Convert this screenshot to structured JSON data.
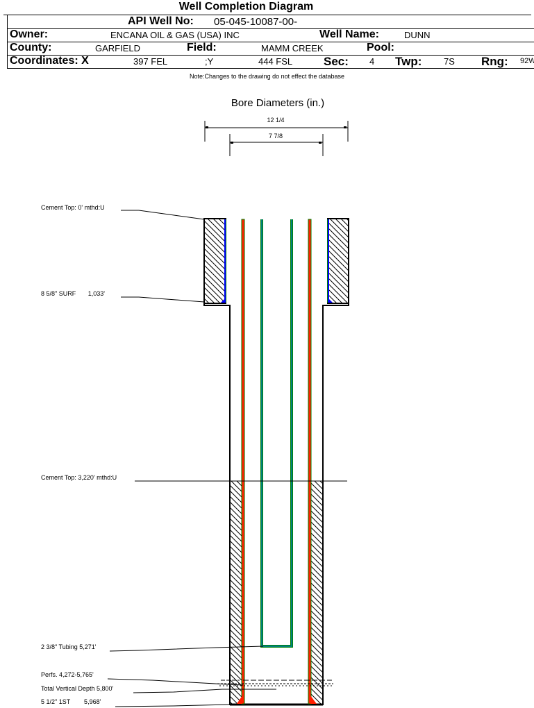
{
  "header": {
    "title": "Well Completion Diagram",
    "api_label": "API Well No:",
    "api_value": "05-045-10087-00-",
    "owner_label": "Owner:",
    "owner_value": "ENCANA OIL & GAS (USA) INC",
    "well_name_label": "Well Name:",
    "well_name_value": "DUNN",
    "county_label": "County:",
    "county_value": "GARFIELD",
    "field_label": "Field:",
    "field_value": "MAMM CREEK",
    "pool_label": "Pool:",
    "pool_value": "",
    "coords_label": "Coordinates: X",
    "x_value": "397 FEL",
    "y_label": ";Y",
    "y_value": "444 FSL",
    "sec_label": "Sec:",
    "sec_value": "4",
    "twp_label": "Twp:",
    "twp_value": "7S",
    "rng_label": "Rng:",
    "rng_value": "92W",
    "note": "Note:Changes to the drawing do not effect the database"
  },
  "diagram": {
    "bore_title": "Bore Diameters (in.)",
    "bore_diameters": [
      "12 1/4",
      "7 7/8"
    ],
    "labels": {
      "cement_top_1": "Cement Top: 0' mthd:U",
      "surface_casing": "8 5/8\" SURF       1,033'",
      "cement_top_2": "Cement Top: 3,220' mthd:U",
      "tubing": "2 3/8\" Tubing 5,271'",
      "perfs": "Perfs. 4,272-5,765'",
      "tvd": "Total Vertical Depth 5,800'",
      "production_casing": "5 1/2\" 1ST        5,968'"
    },
    "colors": {
      "surface_casing": "#0000ff",
      "production_casing": "#ff2000",
      "casing_outline": "#008000",
      "tubing": "#008080",
      "tubing_outline": "#00a000"
    }
  }
}
